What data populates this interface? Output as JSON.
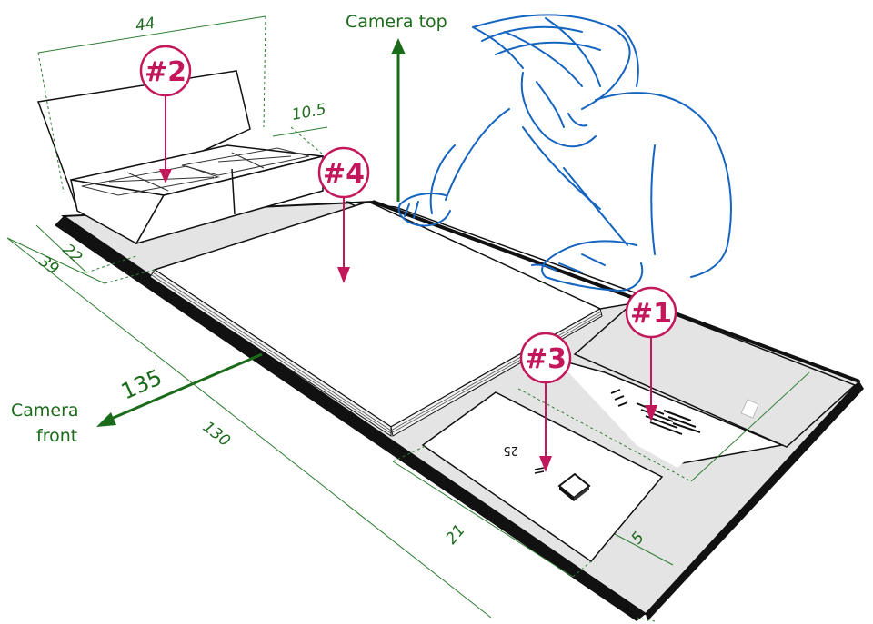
{
  "colors": {
    "dimension": "#2e7d32",
    "axis": "#1a6b1a",
    "marker": "#c2185b",
    "person": "#1565c0",
    "outline": "#111111",
    "mat_shade": "#e4e4e4"
  },
  "axes": {
    "camera_top": "Camera top",
    "camera_front_line1": "Camera",
    "camera_front_line2": "front"
  },
  "dimensions": {
    "d44": "44",
    "d10_5": "10.5",
    "d22": "22",
    "d39": "39",
    "d135": "135",
    "d130": "130",
    "d21": "21",
    "d5": "5"
  },
  "markers": {
    "m1": "#1",
    "m2": "#2",
    "m3": "#3",
    "m4": "#4"
  },
  "sheet": {
    "page_number": "25"
  },
  "icons": {
    "person": "person-leaning-icon",
    "chip": "chip-icon"
  }
}
